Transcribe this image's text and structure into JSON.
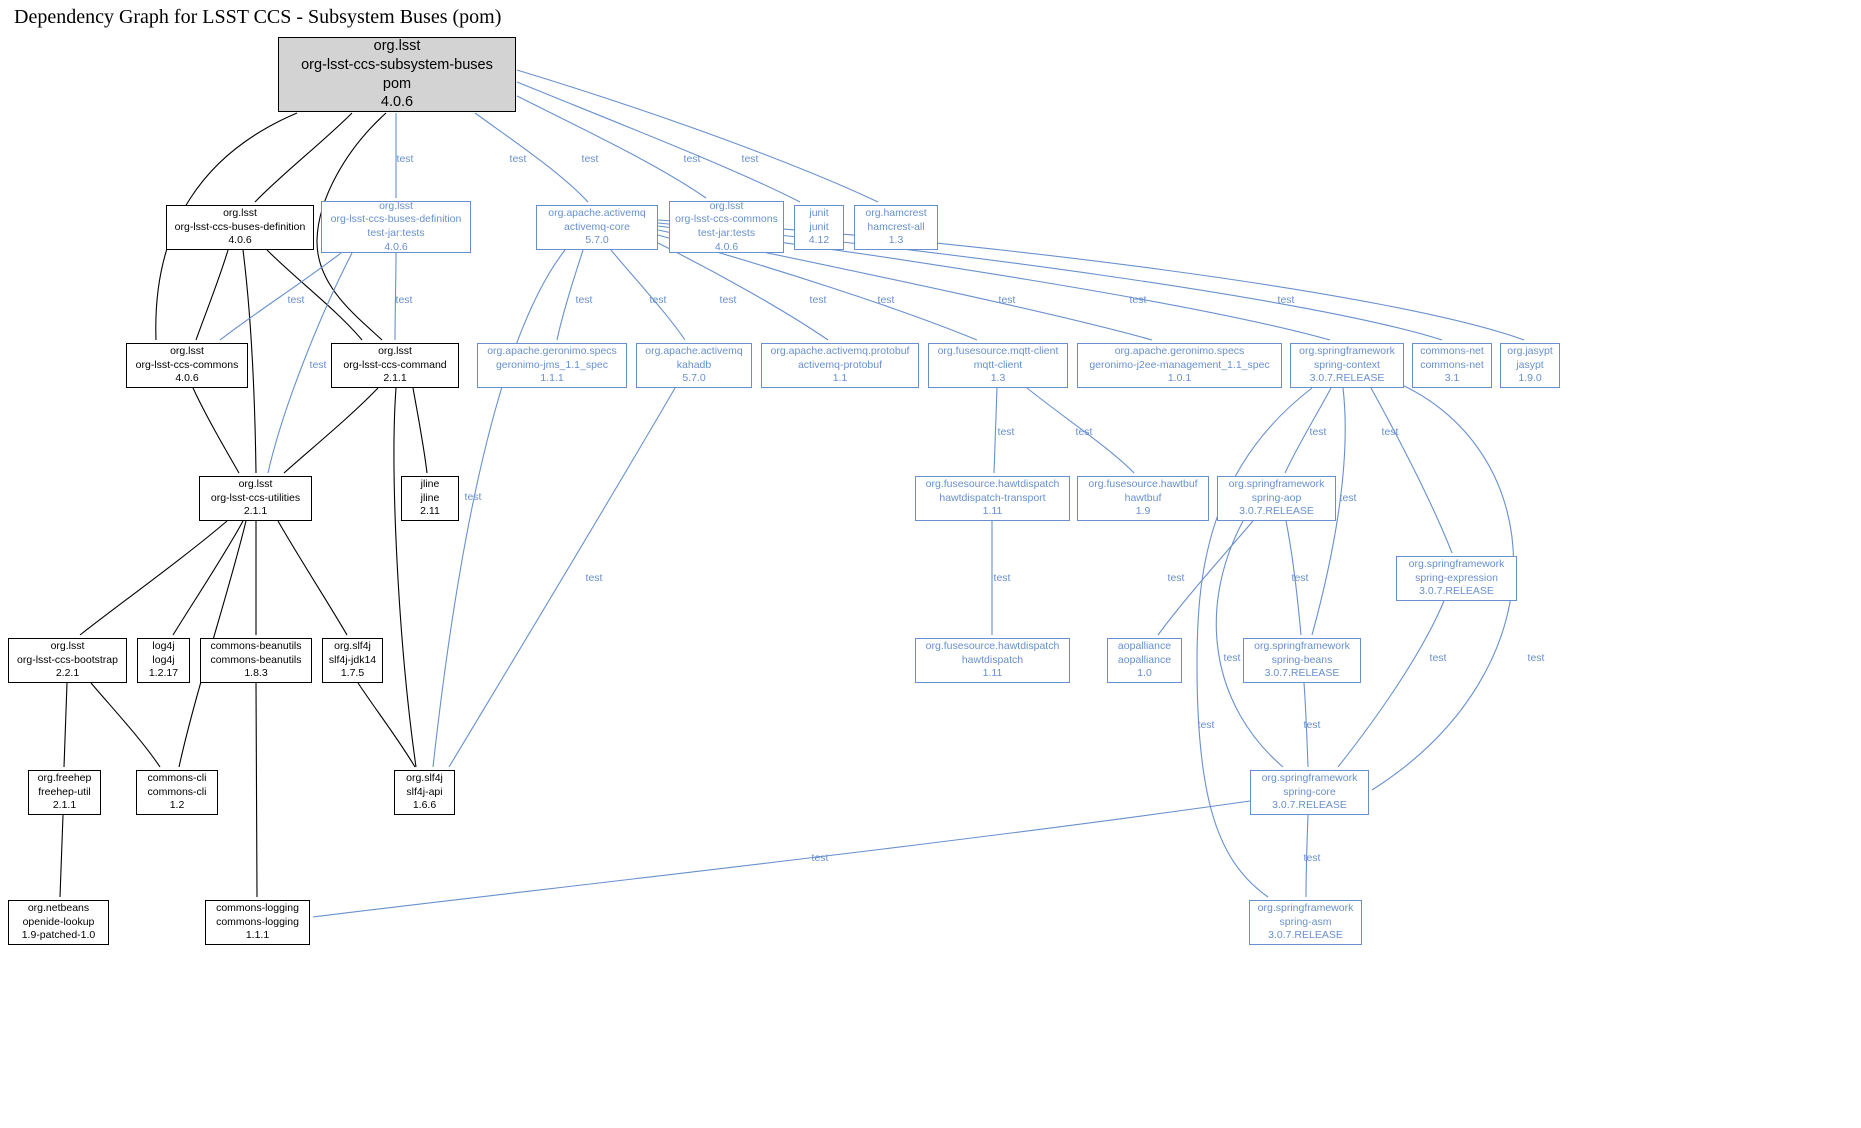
{
  "title": "Dependency Graph for LSST CCS - Subsystem Buses (pom)",
  "edge_label": "test",
  "colors": {
    "compile_scope": "#000000",
    "test_scope": "#6890CE",
    "root_fill": "#d3d3d3",
    "background": "#ffffff"
  },
  "nodes": {
    "root": {
      "lines": [
        "org.lsst",
        "org-lsst-ccs-subsystem-buses",
        "pom",
        "4.0.6"
      ]
    },
    "buses_definition": {
      "lines": [
        "org.lsst",
        "org-lsst-ccs-buses-definition",
        "4.0.6"
      ]
    },
    "buses_definition_tests": {
      "lines": [
        "org.lsst",
        "org-lsst-ccs-buses-definition",
        "test-jar:tests",
        "4.0.6"
      ]
    },
    "activemq_core": {
      "lines": [
        "org.apache.activemq",
        "activemq-core",
        "5.7.0"
      ]
    },
    "commons_tests": {
      "lines": [
        "org.lsst",
        "org-lsst-ccs-commons",
        "test-jar:tests",
        "4.0.6"
      ]
    },
    "junit": {
      "lines": [
        "junit",
        "junit",
        "4.12"
      ]
    },
    "hamcrest": {
      "lines": [
        "org.hamcrest",
        "hamcrest-all",
        "1.3"
      ]
    },
    "commons": {
      "lines": [
        "org.lsst",
        "org-lsst-ccs-commons",
        "4.0.6"
      ]
    },
    "command": {
      "lines": [
        "org.lsst",
        "org-lsst-ccs-command",
        "2.1.1"
      ]
    },
    "geronimo_jms": {
      "lines": [
        "org.apache.geronimo.specs",
        "geronimo-jms_1.1_spec",
        "1.1.1"
      ]
    },
    "kahadb": {
      "lines": [
        "org.apache.activemq",
        "kahadb",
        "5.7.0"
      ]
    },
    "activemq_protobuf": {
      "lines": [
        "org.apache.activemq.protobuf",
        "activemq-protobuf",
        "1.1"
      ]
    },
    "mqtt_client": {
      "lines": [
        "org.fusesource.mqtt-client",
        "mqtt-client",
        "1.3"
      ]
    },
    "geronimo_j2ee": {
      "lines": [
        "org.apache.geronimo.specs",
        "geronimo-j2ee-management_1.1_spec",
        "1.0.1"
      ]
    },
    "spring_context": {
      "lines": [
        "org.springframework",
        "spring-context",
        "3.0.7.RELEASE"
      ]
    },
    "commons_net": {
      "lines": [
        "commons-net",
        "commons-net",
        "3.1"
      ]
    },
    "jasypt": {
      "lines": [
        "org.jasypt",
        "jasypt",
        "1.9.0"
      ]
    },
    "utilities": {
      "lines": [
        "org.lsst",
        "org-lsst-ccs-utilities",
        "2.1.1"
      ]
    },
    "jline": {
      "lines": [
        "jline",
        "jline",
        "2.11"
      ]
    },
    "hawtdispatch_transport": {
      "lines": [
        "org.fusesource.hawtdispatch",
        "hawtdispatch-transport",
        "1.11"
      ]
    },
    "hawtbuf": {
      "lines": [
        "org.fusesource.hawtbuf",
        "hawtbuf",
        "1.9"
      ]
    },
    "spring_aop": {
      "lines": [
        "org.springframework",
        "spring-aop",
        "3.0.7.RELEASE"
      ]
    },
    "spring_expression": {
      "lines": [
        "org.springframework",
        "spring-expression",
        "3.0.7.RELEASE"
      ]
    },
    "bootstrap": {
      "lines": [
        "org.lsst",
        "org-lsst-ccs-bootstrap",
        "2.2.1"
      ]
    },
    "log4j": {
      "lines": [
        "log4j",
        "log4j",
        "1.2.17"
      ]
    },
    "commons_beanutils": {
      "lines": [
        "commons-beanutils",
        "commons-beanutils",
        "1.8.3"
      ]
    },
    "slf4j_jdk14": {
      "lines": [
        "org.slf4j",
        "slf4j-jdk14",
        "1.7.5"
      ]
    },
    "hawtdispatch": {
      "lines": [
        "org.fusesource.hawtdispatch",
        "hawtdispatch",
        "1.11"
      ]
    },
    "aopalliance": {
      "lines": [
        "aopalliance",
        "aopalliance",
        "1.0"
      ]
    },
    "spring_beans": {
      "lines": [
        "org.springframework",
        "spring-beans",
        "3.0.7.RELEASE"
      ]
    },
    "freehep_util": {
      "lines": [
        "org.freehep",
        "freehep-util",
        "2.1.1"
      ]
    },
    "commons_cli": {
      "lines": [
        "commons-cli",
        "commons-cli",
        "1.2"
      ]
    },
    "slf4j_api": {
      "lines": [
        "org.slf4j",
        "slf4j-api",
        "1.6.6"
      ]
    },
    "spring_core": {
      "lines": [
        "org.springframework",
        "spring-core",
        "3.0.7.RELEASE"
      ]
    },
    "openide_lookup": {
      "lines": [
        "org.netbeans",
        "openide-lookup",
        "1.9-patched-1.0"
      ]
    },
    "commons_logging": {
      "lines": [
        "commons-logging",
        "commons-logging",
        "1.1.1"
      ]
    },
    "spring_asm": {
      "lines": [
        "org.springframework",
        "spring-asm",
        "3.0.7.RELEASE"
      ]
    }
  }
}
